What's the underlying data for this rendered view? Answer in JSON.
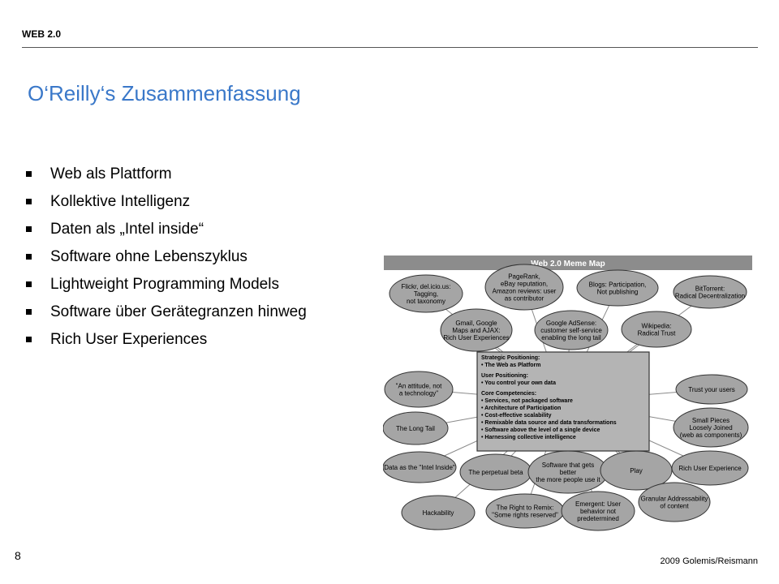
{
  "header": {
    "label": "WEB 2.0"
  },
  "slide": {
    "title": "O‘Reilly‘s Zusammenfassung",
    "bullets": [
      "Web als Plattform",
      "Kollektive Intelligenz",
      "Daten als „Intel inside“",
      "Software ohne Lebenszyklus",
      "Lightweight Programming Models",
      "Software über Gerätegranzen hinweg",
      "Rich User Experiences"
    ]
  },
  "footer": {
    "page_number": "8",
    "copyright": "2009 Golemis/Reismann"
  },
  "meme_map": {
    "title": "Web 2.0 Meme Map",
    "core_box": [
      "Strategic Positioning:",
      "•   The Web as Platform",
      "User Positioning:",
      "•   You control your own data",
      "Core Competencies:",
      "•   Services, not packaged software",
      "•   Architecture of Participation",
      "•   Cost-effective scalability",
      "•   Remixable data source and data transformations",
      "•   Software above the level of a single device",
      "•   Harnessing collective intelligence"
    ],
    "bubbles": [
      [
        "Flickr, del.icio.us:",
        "Tagging,",
        "not taxonomy"
      ],
      [
        "PageRank,",
        "eBay reputation,",
        "Amazon reviews: user",
        "as contributor"
      ],
      [
        "Blogs: Participation,",
        "Not publishing"
      ],
      [
        "BitTorrent:",
        "Radical Decentralization"
      ],
      [
        "Gmail, Google",
        "Maps and AJAX:",
        "Rich User Experiences"
      ],
      [
        "Google AdSense:",
        "customer self-service",
        "enabling the long tail"
      ],
      [
        "Wikipedia:",
        "Radical Trust"
      ],
      [
        "\"An attitude, not",
        "a technology\""
      ],
      [
        "Trust your users"
      ],
      [
        "The Long Tail"
      ],
      [
        "Small Pieces",
        "Loosely Joined",
        "(web as components)"
      ],
      [
        "Data as the \"Intel Inside\""
      ],
      [
        "The perpetual beta"
      ],
      [
        "Software that gets",
        "better",
        "the more people use it"
      ],
      [
        "Play"
      ],
      [
        "Rich User Experience"
      ],
      [
        "Granular Addressability",
        "of content"
      ],
      [
        "Hackability"
      ],
      [
        "The Right to Remix:",
        "\"Some rights reserved\""
      ],
      [
        "Emergent: User",
        "behavior not",
        "predetermined"
      ]
    ]
  }
}
